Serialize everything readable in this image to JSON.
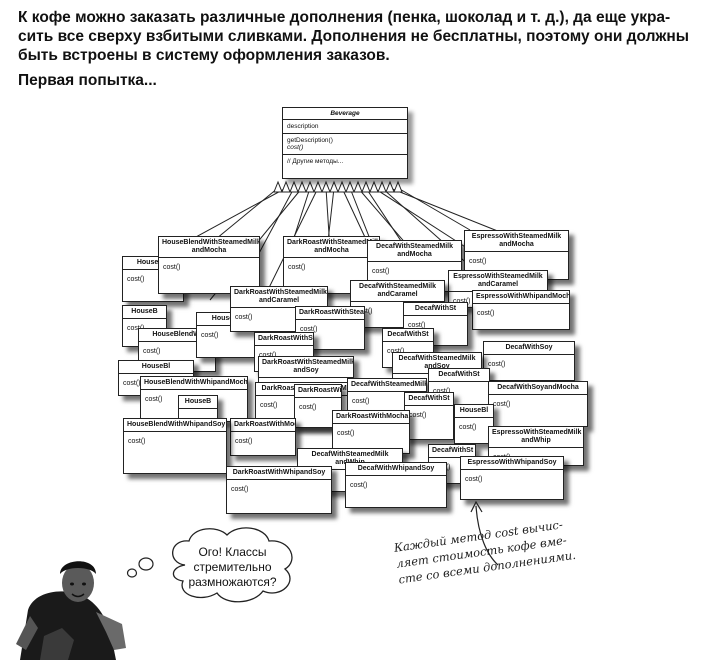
{
  "intro": {
    "line1": "К кофе можно заказать различные дополнения (пенка, шоколад и т. д.), да еще укра-",
    "line2": "сить все сверху взбитыми сливками. Дополнения не бесплатны, поэтому они должны",
    "line3": "быть встроены в систему оформления заказов.",
    "subhead": "Первая попытка..."
  },
  "beverage": {
    "title": "Beverage",
    "field": "description",
    "method1": "getDescription()",
    "method2": "cost()",
    "comment": "// Другие методы..."
  },
  "cost_label": "cost()",
  "boxes": [
    {
      "name": "HouseBlendWithSteamedMilk\nandMocha"
    },
    {
      "name": "HouseBle"
    },
    {
      "name": "DarkRoastWithSteamedMilk\nandMocha"
    },
    {
      "name": "DecafWithSteamedMilk\nandMocha"
    },
    {
      "name": "EspressoWithSteamedMilk\nandMocha"
    },
    {
      "name": "EspressoWithSteamedMilk\nandCaramel"
    },
    {
      "name": "EspressoWithWhipandMocha"
    },
    {
      "name": "DarkRoastWithSteamedMilk\nandCaramel"
    },
    {
      "name": "DecafWithSteamedMilk\nandCaramel"
    },
    {
      "name": "HouseB"
    },
    {
      "name": "HouseBlendWi"
    },
    {
      "name": "HouseBl"
    },
    {
      "name": "DarkRoastWithStea"
    },
    {
      "name": "DecafWithSt"
    },
    {
      "name": "DecafWithSoy"
    },
    {
      "name": "HouseBlendWithWhipandMocha"
    },
    {
      "name": "DecafWithSteamedMilk\nandSoy"
    },
    {
      "name": "DarkRoastWithSteamedMilk\nandSoy"
    },
    {
      "name": "DecafWithSoyandMocha"
    },
    {
      "name": "DarkRoastWithSteamedMilk"
    },
    {
      "name": "DecafWithSteamedMilk"
    },
    {
      "name": "DarkRoastWithMocha"
    },
    {
      "name": "HouseBlendWithWhipandSoy"
    },
    {
      "name": "EspressoWithSteamedMilk\nandWhip"
    },
    {
      "name": "DecafWithSteamedMilk\nandWhip"
    },
    {
      "name": "DarkRoastWithWhipandSoy"
    },
    {
      "name": "DecafWithWhipandSoy"
    },
    {
      "name": "EspressoWithWhipandSoy"
    }
  ],
  "speech": {
    "line1": "Ого! Классы",
    "line2": "стремительно",
    "line3": "размножаются?"
  },
  "annotation": "Каждый метод cost вычис-\nляет стоимость кофе вме-\nсте со всеми дополнениями."
}
